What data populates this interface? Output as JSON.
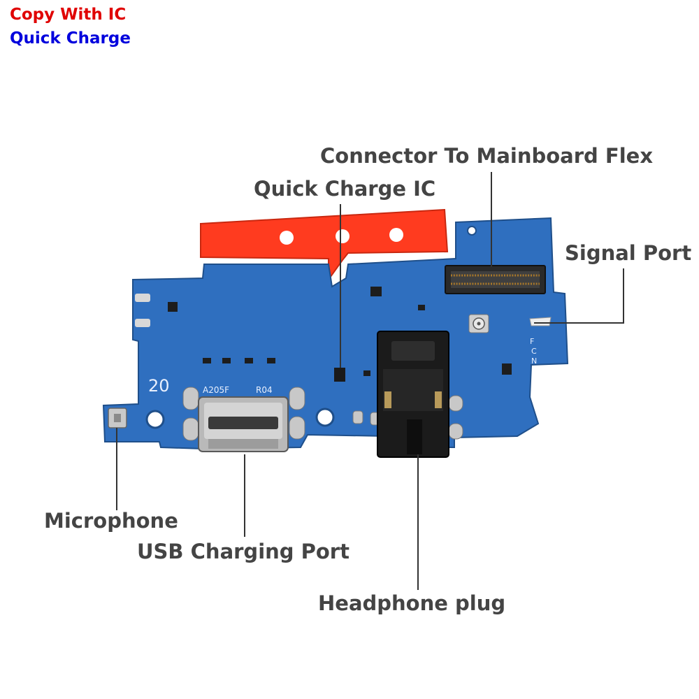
{
  "header": {
    "line1": "Copy With IC",
    "line2": "Quick Charge",
    "line1_color": "#e00000",
    "line2_color": "#0000dd"
  },
  "callouts": {
    "connector": "Connector To Mainboard Flex",
    "quick_charge_ic": "Quick Charge IC",
    "signal_port": "Signal Port",
    "microphone": "Microphone",
    "usb_port": "USB Charging Port",
    "headphone": "Headphone plug"
  },
  "board": {
    "silkscreen_number": "20",
    "model": "A205F",
    "revision": "R04",
    "marks": [
      "F",
      "C",
      "N"
    ],
    "pcb_color": "#2f6fbf",
    "tape_color": "#ff3b1f"
  }
}
